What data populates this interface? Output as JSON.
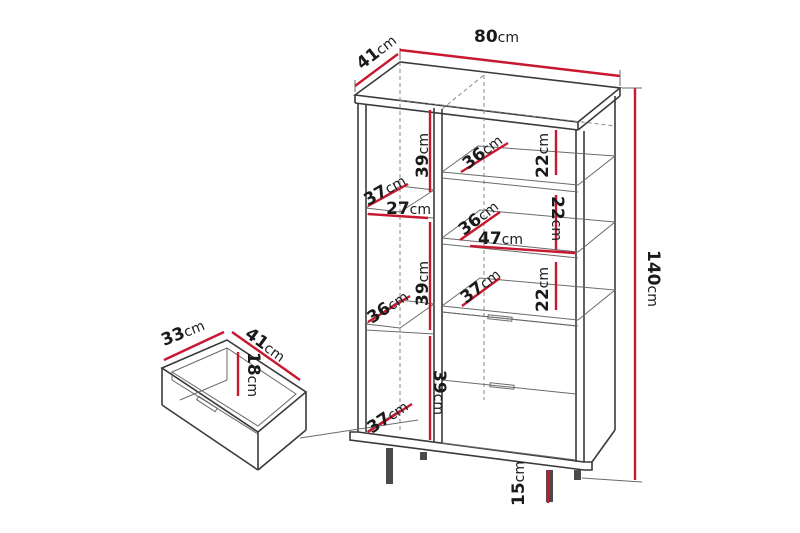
{
  "unit": "cm",
  "labels": {
    "width": "80",
    "depth": "41",
    "height": "140",
    "shelf_height_top": "22",
    "shelf_depth_top": "36",
    "shelf_height_mid": "22",
    "shelf_depth_mid": "36",
    "shelf_width_mid": "47",
    "shelf_height_low": "22",
    "shelf_depth_low": "37",
    "left_height_top": "39",
    "left_depth_top": "37",
    "left_width": "27",
    "left_height_mid": "39",
    "left_depth_mid": "36",
    "left_height_bottom": "39",
    "left_depth_bottom": "37",
    "leg_height": "15",
    "drawer_depth": "33",
    "drawer_width": "41",
    "drawer_height": "18"
  },
  "colors": {
    "dimension_line": "#c8182f",
    "outline": "#3a3a3a",
    "text": "#1a1a1a"
  }
}
